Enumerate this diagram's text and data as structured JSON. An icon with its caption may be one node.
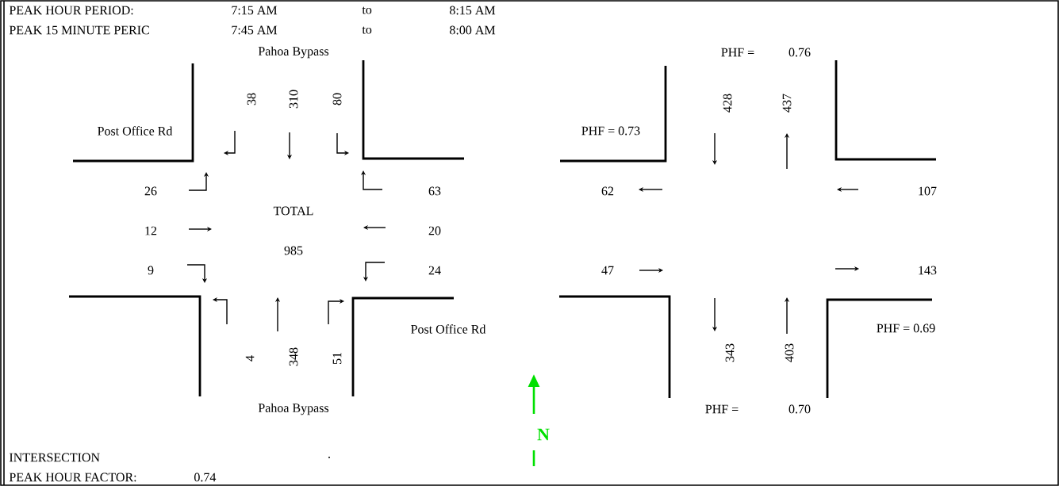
{
  "diagram": {
    "labels": [
      "PEAK HOUR PERIOD:",
      "7:15 AM",
      "to",
      "8:15 AM",
      "PEAK 15 MINUTE PERIC",
      "7:45 AM",
      "to",
      "8:00 AM",
      "Pahoa Bypass",
      "PHF =",
      "0.76",
      "38",
      "310",
      "80",
      "428",
      "437",
      "Post Office Rd",
      "PHF = 0.73",
      "26",
      "63",
      "62",
      "107",
      "TOTAL",
      "12",
      "20",
      "985",
      "9",
      "24",
      "47",
      "143",
      "Post Office Rd",
      "PHF = 0.69",
      "4",
      "348",
      "51",
      "343",
      "403",
      "Pahoa Bypass",
      "PHF =",
      "0.70",
      "N",
      "INTERSECTION",
      ".",
      "PEAK HOUR FACTOR:",
      "0.74"
    ]
  }
}
